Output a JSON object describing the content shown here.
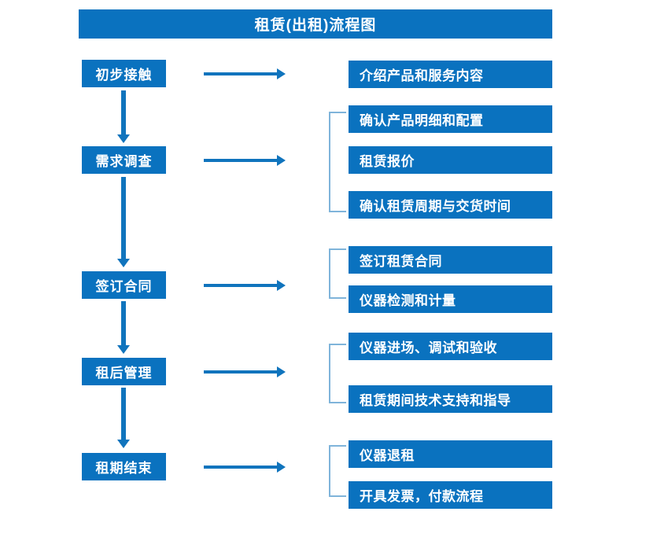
{
  "title": "租赁(出租)流程图",
  "theme": {
    "box_fill": "#0a72bf",
    "box_text": "#ffffff",
    "arrow": "#1074bd",
    "bracket": "#7fb4da",
    "background": "#ffffff"
  },
  "stages": [
    {
      "label": "初步接触"
    },
    {
      "label": "需求调查"
    },
    {
      "label": "签订合同"
    },
    {
      "label": "租后管理"
    },
    {
      "label": "租期结束"
    }
  ],
  "details": {
    "group1": [
      {
        "label": "介绍产品和服务内容"
      }
    ],
    "group2": [
      {
        "label": "确认产品明细和配置"
      },
      {
        "label": "租赁报价"
      },
      {
        "label": "确认租赁周期与交货时间"
      }
    ],
    "group3": [
      {
        "label": "签订租赁合同"
      },
      {
        "label": "仪器检测和计量"
      }
    ],
    "group4": [
      {
        "label": "仪器进场、调试和验收"
      },
      {
        "label": "租赁期间技术支持和指导"
      }
    ],
    "group5": [
      {
        "label": "仪器退租"
      },
      {
        "label": "开具发票，付款流程"
      }
    ]
  }
}
